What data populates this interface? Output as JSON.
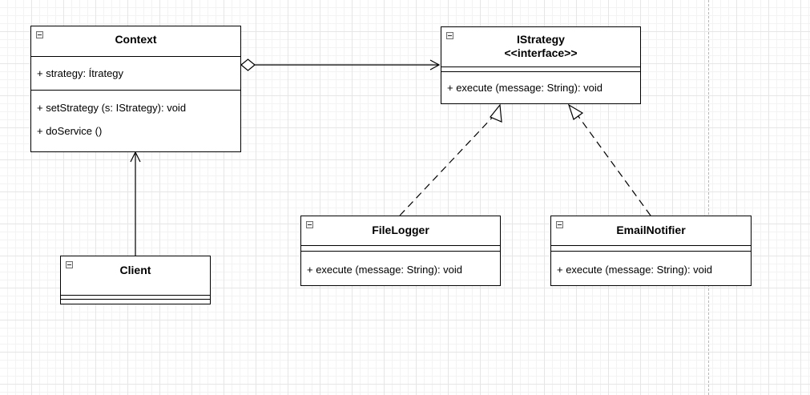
{
  "diagram": {
    "classes": {
      "context": {
        "name": "Context",
        "attributes": [
          "+ strategy: Ítrategy"
        ],
        "operations": [
          "+ setStrategy (s: IStrategy): void",
          "+ doService ()"
        ]
      },
      "istrategy": {
        "name": "IStrategy",
        "stereotype": "<<interface>>",
        "attributes": [],
        "operations": [
          "+ execute (message: String): void"
        ]
      },
      "client": {
        "name": "Client",
        "attributes": [],
        "operations": []
      },
      "filelogger": {
        "name": "FileLogger",
        "attributes": [],
        "operations": [
          "+ execute (message: String): void"
        ]
      },
      "emailnotifier": {
        "name": "EmailNotifier",
        "attributes": [],
        "operations": [
          "+ execute (message: String): void"
        ]
      }
    },
    "relationships": [
      {
        "type": "aggregation",
        "from": "Context",
        "to": "IStrategy"
      },
      {
        "type": "association",
        "from": "Client",
        "to": "Context"
      },
      {
        "type": "realization",
        "from": "FileLogger",
        "to": "IStrategy"
      },
      {
        "type": "realization",
        "from": "EmailNotifier",
        "to": "IStrategy"
      }
    ]
  }
}
